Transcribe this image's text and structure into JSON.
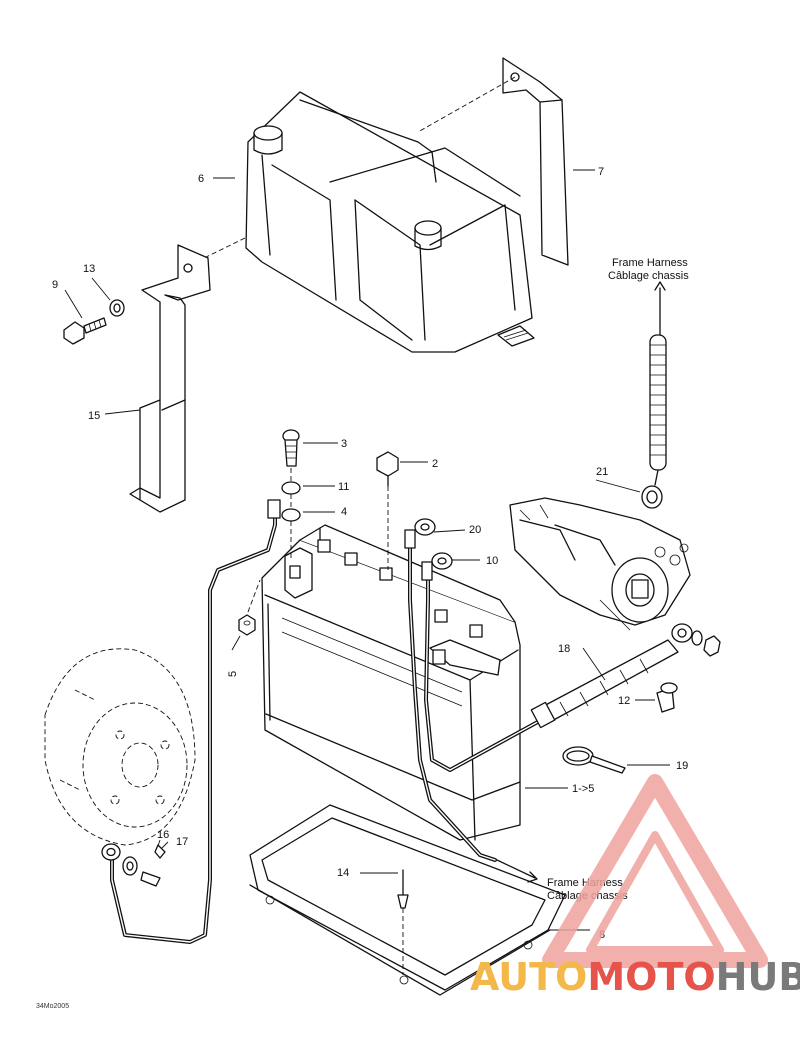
{
  "callouts": {
    "c1": "1->5",
    "c2": "2",
    "c3": "3",
    "c4": "4",
    "c5": "5",
    "c6": "6",
    "c7": "7",
    "c8": "8",
    "c9": "9",
    "c10": "10",
    "c11": "11",
    "c12": "12",
    "c13": "13",
    "c14": "14",
    "c15": "15",
    "c16": "16",
    "c17": "17",
    "c18": "18",
    "c19": "19",
    "c20": "20",
    "c21": "21"
  },
  "notes": {
    "frame_harness_top_en": "Frame Harness",
    "frame_harness_top_fr": "Câblage chassis",
    "frame_harness_bottom_en": "Frame Harness",
    "frame_harness_bottom_fr": "Câblage chassis"
  },
  "drawing_code": "34Mo2005",
  "watermark": {
    "part1": "AUTO",
    "part2": "MOTO",
    "part3": "HUB"
  },
  "colors": {
    "watermark_red": "#e5534b",
    "watermark_orange": "#f4b84a",
    "watermark_gray": "#7a7a7a",
    "watermark_triangle": "#f0a39e"
  }
}
